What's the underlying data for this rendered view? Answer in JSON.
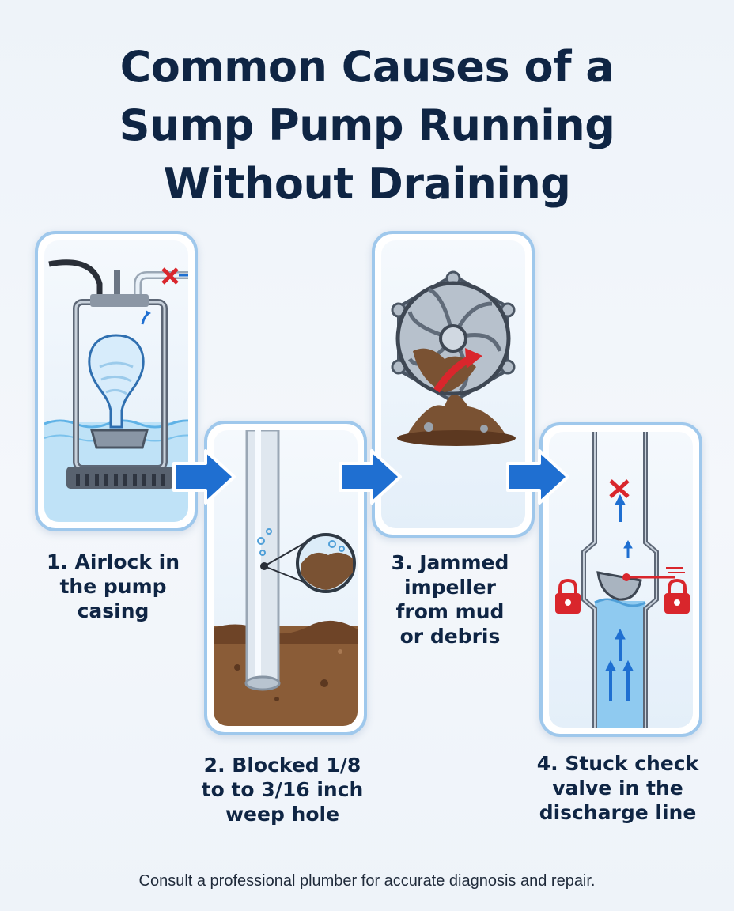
{
  "title": {
    "line1": "Common Causes of a",
    "line2": "Sump Pump Running",
    "line3": "Without Draining"
  },
  "steps": [
    {
      "line1": "1. Airlock in",
      "line2": "the pump",
      "line3": "casing",
      "icon": "airlock-pump-icon"
    },
    {
      "line1": "2. Blocked 1/8",
      "line2": "to to 3/16 inch",
      "line3": "weep hole",
      "icon": "weep-hole-pipe-icon"
    },
    {
      "line1": "3. Jammed",
      "line2": "impeller",
      "line3": "from mud",
      "line4": "or debris",
      "icon": "jammed-impeller-icon"
    },
    {
      "line1": "4. Stuck check",
      "line2": "valve in the",
      "line3": "discharge line",
      "icon": "check-valve-icon"
    }
  ],
  "footer": "Consult a professional plumber for accurate diagnosis and repair.",
  "colors": {
    "title": "#0f2544",
    "panel_border": "#9fc8ec",
    "arrow": "#1f6fd1",
    "water": "#8fcaf0",
    "mud": "#7a5233",
    "alert": "#d9262c"
  }
}
